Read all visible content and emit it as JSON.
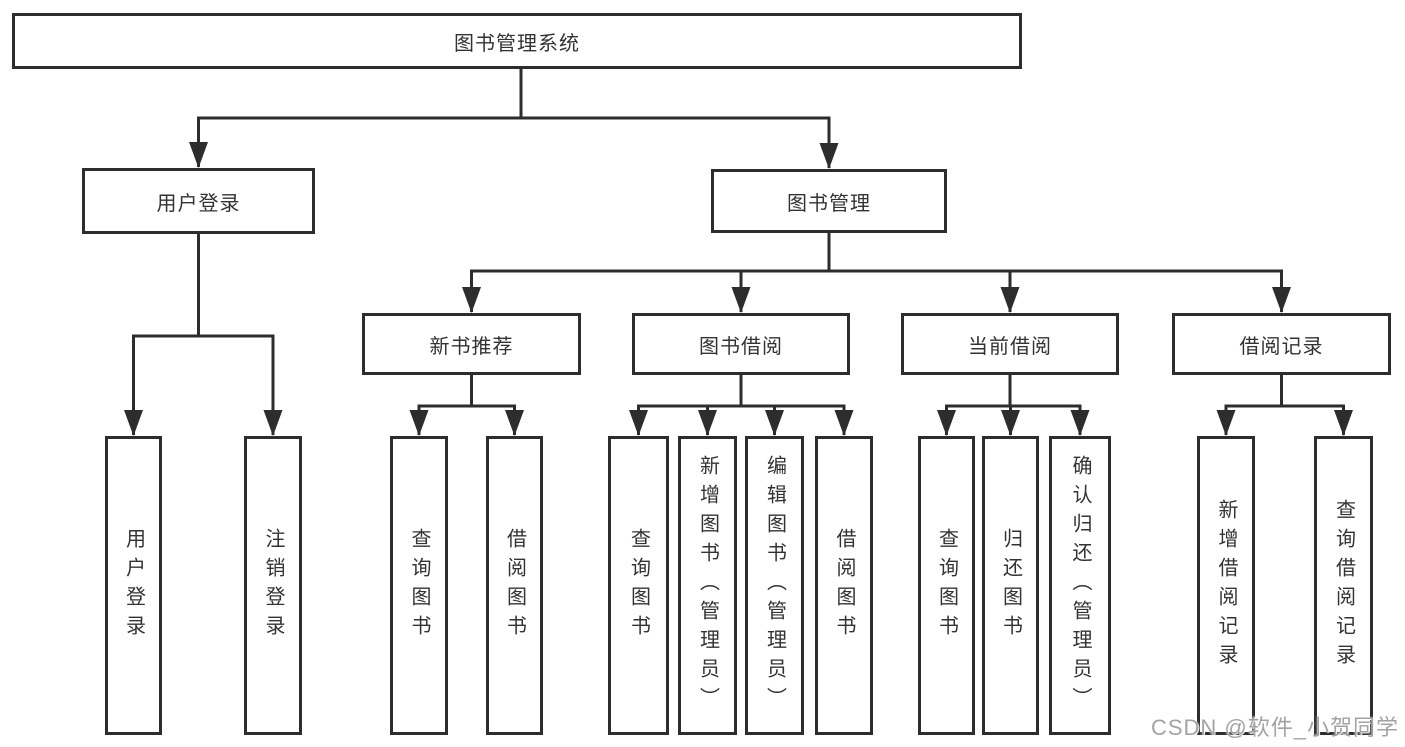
{
  "diagram": {
    "type": "hierarchy-tree",
    "root": {
      "label": "图书管理系统"
    },
    "level2": [
      {
        "label": "用户登录",
        "parent": "图书管理系统"
      },
      {
        "label": "图书管理",
        "parent": "图书管理系统"
      }
    ],
    "level3": [
      {
        "label": "新书推荐",
        "parent": "图书管理"
      },
      {
        "label": "图书借阅",
        "parent": "图书管理"
      },
      {
        "label": "当前借阅",
        "parent": "图书管理"
      },
      {
        "label": "借阅记录",
        "parent": "图书管理"
      }
    ],
    "leaves": [
      {
        "label": "用户登录",
        "parent": "用户登录"
      },
      {
        "label": "注销登录",
        "parent": "用户登录"
      },
      {
        "label": "查询图书",
        "parent": "新书推荐"
      },
      {
        "label": "借阅图书",
        "parent": "新书推荐"
      },
      {
        "label": "查询图书",
        "parent": "图书借阅"
      },
      {
        "label": "新增图书（管理员）",
        "parent": "图书借阅"
      },
      {
        "label": "编辑图书（管理员）",
        "parent": "图书借阅"
      },
      {
        "label": "借阅图书",
        "parent": "图书借阅"
      },
      {
        "label": "查询图书",
        "parent": "当前借阅"
      },
      {
        "label": "归还图书",
        "parent": "当前借阅"
      },
      {
        "label": "确认归还（管理员）",
        "parent": "当前借阅"
      },
      {
        "label": "新增借阅记录",
        "parent": "借阅记录"
      },
      {
        "label": "查询借阅记录",
        "parent": "借阅记录"
      }
    ],
    "watermark": "CSDN @软件_小贺同学",
    "colors": {
      "line": "#2d2d2d",
      "box_border": "#2d2d2d",
      "box_fill": "#ffffff",
      "text": "#333333",
      "watermark_text": "#a3a3a3",
      "background": "#ffffff"
    }
  }
}
